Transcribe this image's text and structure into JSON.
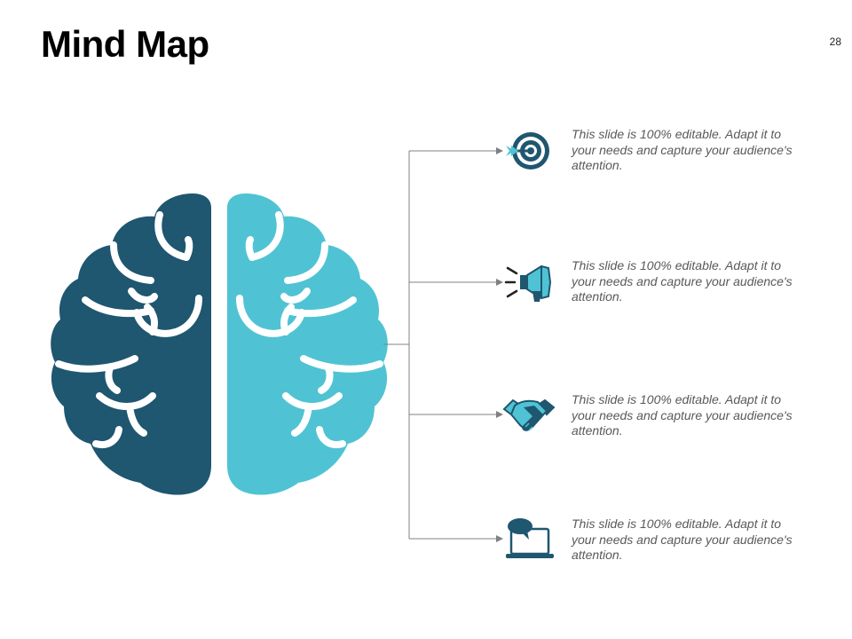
{
  "slide": {
    "title": "Mind Map",
    "page_number": "28"
  },
  "colors": {
    "left_hemisphere": "#1f5670",
    "right_hemisphere": "#4fc3d3",
    "connector": "#808080",
    "text": "#595959"
  },
  "items": [
    {
      "icon": "target-icon",
      "text": "This slide is 100% editable.  Adapt it to your needs and capture your audience's attention."
    },
    {
      "icon": "megaphone-icon",
      "text": "This slide is 100% editable.  Adapt it to your needs and capture your audience's attention."
    },
    {
      "icon": "handshake-icon",
      "text": "This slide is 100% editable.  Adapt it to your needs and capture your audience's attention."
    },
    {
      "icon": "laptop-chat-icon",
      "text": "This slide is 100% editable.  Adapt it to your needs and capture your audience's attention."
    }
  ]
}
